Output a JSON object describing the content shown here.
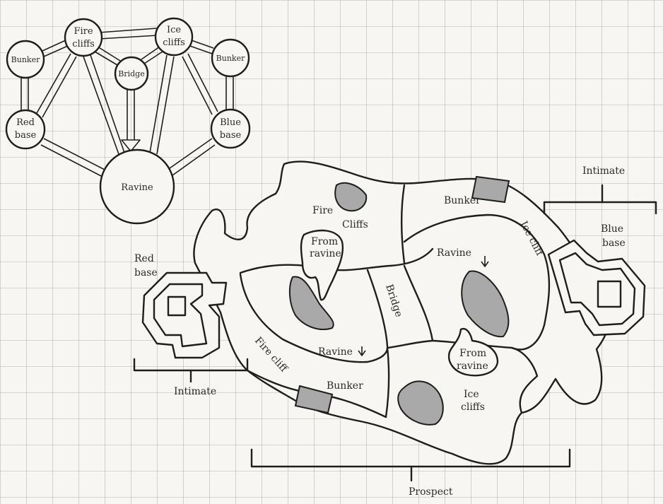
{
  "graph": {
    "nodes": [
      {
        "id": "bunker-left",
        "label": "Bunker"
      },
      {
        "id": "fire-cliffs",
        "label": "Fire cliffs"
      },
      {
        "id": "ice-cliffs",
        "label": "Ice cliffs"
      },
      {
        "id": "bunker-right",
        "label": "Bunker"
      },
      {
        "id": "bridge",
        "label": "Bridge"
      },
      {
        "id": "red-base",
        "label": "Red base"
      },
      {
        "id": "blue-base",
        "label": "Blue base"
      },
      {
        "id": "ravine",
        "label": "Ravine"
      }
    ]
  },
  "map": {
    "labels": {
      "fire_cliffs": "Fire Cliffs",
      "from_ravine_top": "From ravine",
      "bunker_top": "Bunker",
      "ice_cliff_path": "Ice cliff",
      "ravine_right": "Ravine",
      "bridge": "Bridge",
      "ravine_left": "Ravine",
      "from_ravine_bottom": "From ravine",
      "ice_cliffs_bottom": "Ice cliffs",
      "fire_cliff_path": "Fire cliff",
      "bunker_bottom": "Bunker",
      "red_base": "Red base",
      "blue_base": "Blue base"
    },
    "ranges": {
      "intimate_left": "Intimate",
      "intimate_right": "Intimate",
      "prospect": "Prospect"
    }
  }
}
